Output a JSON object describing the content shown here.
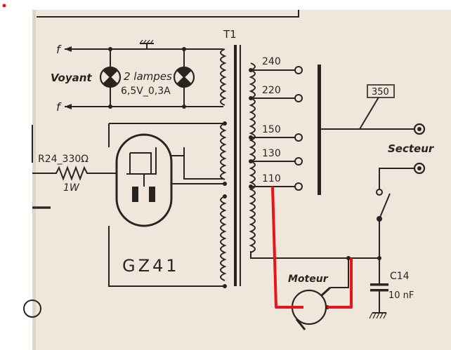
{
  "transformer": {
    "name": "T1"
  },
  "taps": [
    "240",
    "220",
    "150",
    "130",
    "110"
  ],
  "heater": {
    "label_left": "f",
    "label_right": "f",
    "voyant": "Voyant",
    "lamps": "2 lampes",
    "rating": "6,5V_0,3A"
  },
  "resistor": {
    "label": "R24_330Ω",
    "power": "1W"
  },
  "tube": {
    "label": "GZ41"
  },
  "secteur": {
    "label": "Secteur",
    "box": "350"
  },
  "motor": {
    "label": "Moteur"
  },
  "capacitor": {
    "label": "C14",
    "value": "10 nF"
  },
  "colors": {
    "paper": "#f1e6dc",
    "ink": "#2a2420",
    "modification": "#e8141c"
  }
}
